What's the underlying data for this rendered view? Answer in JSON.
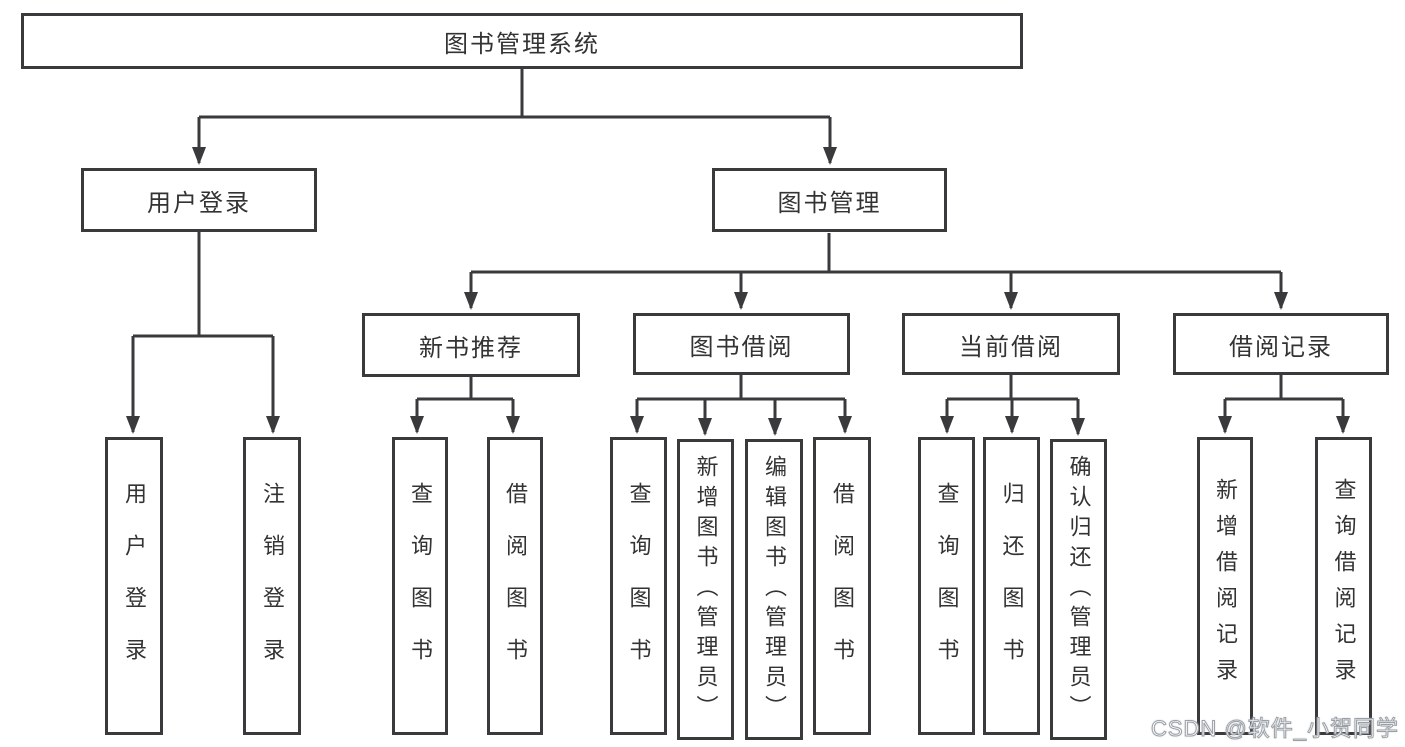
{
  "diagram": {
    "root": {
      "label": "图书管理系统"
    },
    "login": {
      "label": "用户登录",
      "children": [
        {
          "label": "用户登录"
        },
        {
          "label": "注销登录"
        }
      ]
    },
    "management": {
      "label": "图书管理",
      "groups": [
        {
          "label": "新书推荐",
          "children": [
            {
              "label": "查询图书"
            },
            {
              "label": "借阅图书"
            }
          ]
        },
        {
          "label": "图书借阅",
          "children": [
            {
              "label": "查询图书"
            },
            {
              "label": "新增图书（管理员）"
            },
            {
              "label": "编辑图书（管理员）"
            },
            {
              "label": "借阅图书"
            }
          ]
        },
        {
          "label": "当前借阅",
          "children": [
            {
              "label": "查询图书"
            },
            {
              "label": "归还图书"
            },
            {
              "label": "确认归还（管理员）"
            }
          ]
        },
        {
          "label": "借阅记录",
          "children": [
            {
              "label": "新增借阅记录"
            },
            {
              "label": "查询借阅记录"
            }
          ]
        }
      ]
    }
  },
  "watermark": {
    "text": "CSDN @软件_小贺同学"
  },
  "colors": {
    "line": "#3a3a3c",
    "text": "#333333",
    "background": "#ffffff"
  }
}
